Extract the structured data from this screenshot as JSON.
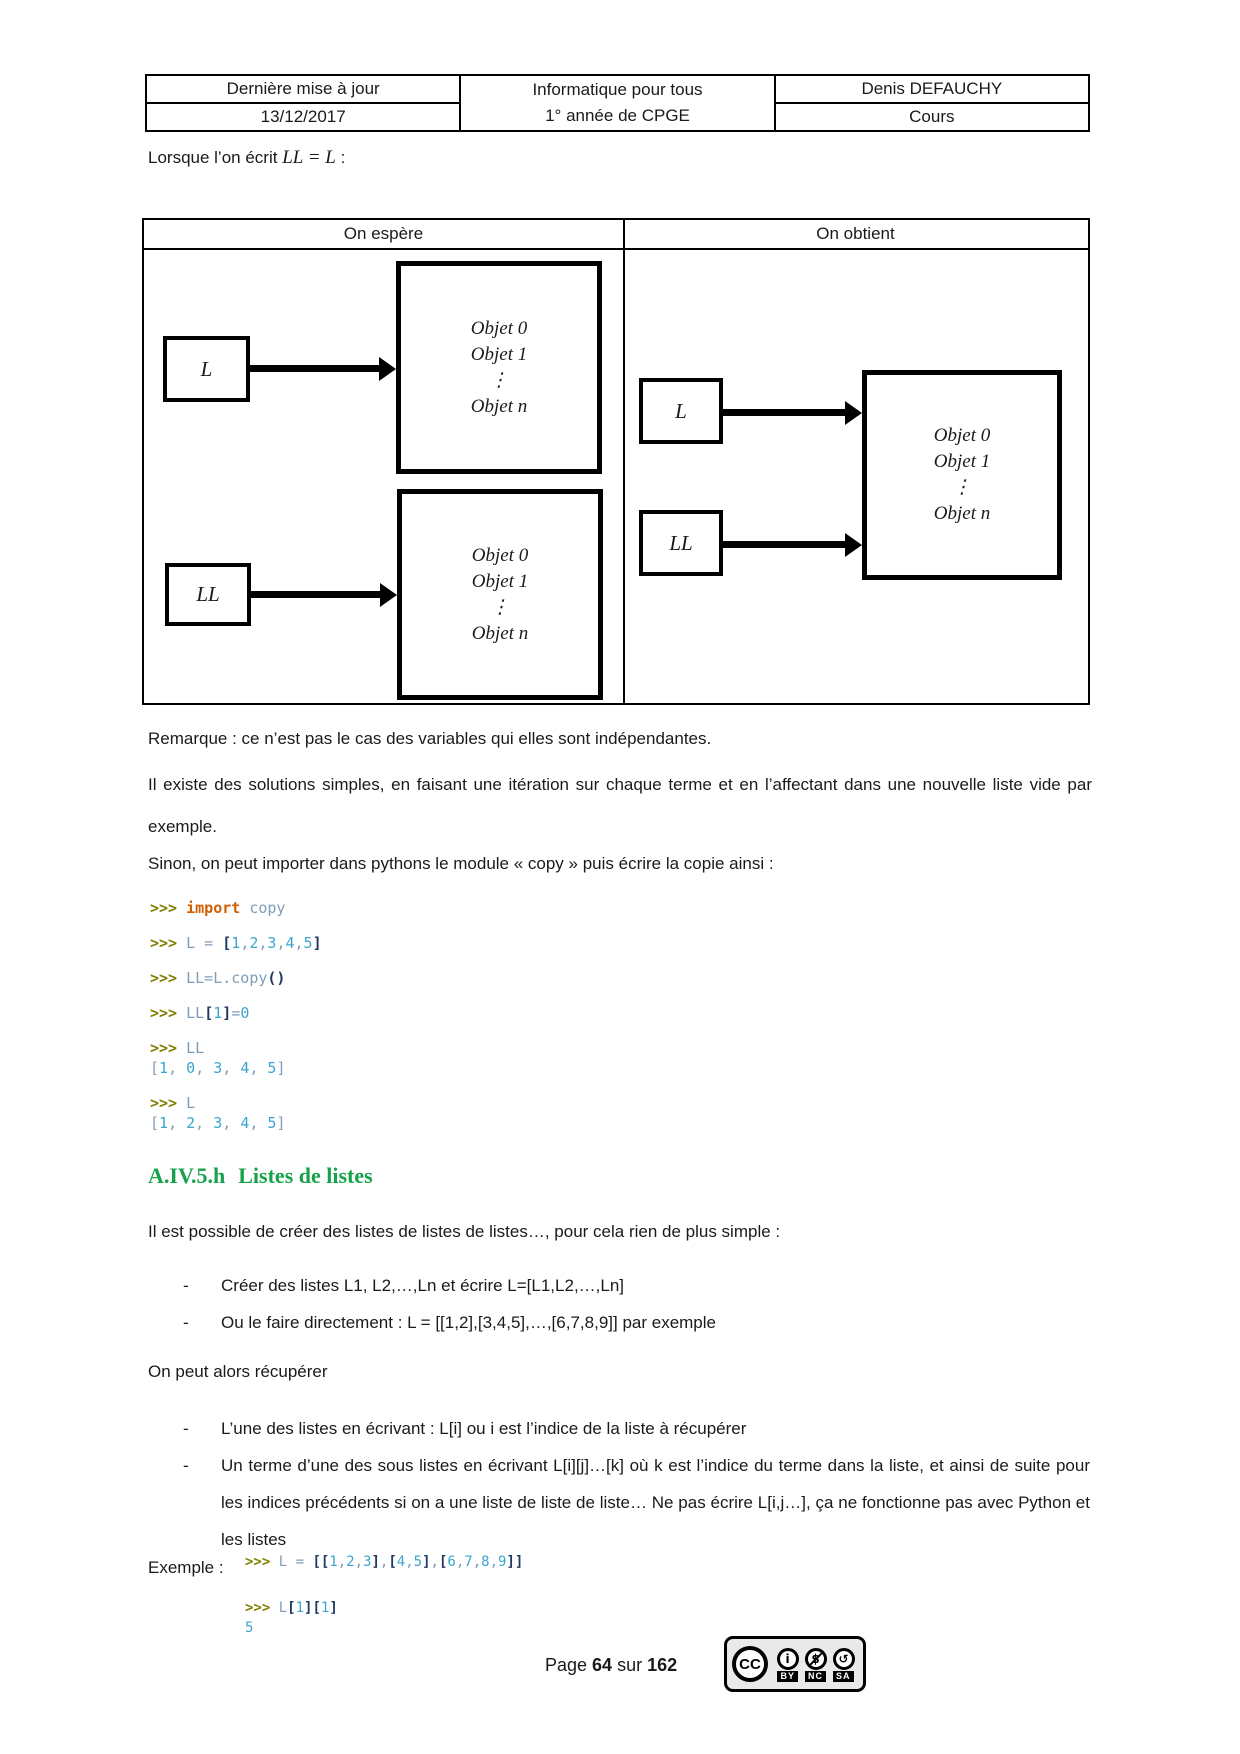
{
  "header": {
    "col1": {
      "row1": "Dernière mise à jour",
      "row2": "13/12/2017"
    },
    "col2": {
      "line1": "Informatique pour tous",
      "line2": "1° année de CPGE"
    },
    "col3": {
      "row1": "Denis DEFAUCHY",
      "row2": "Cours"
    }
  },
  "intro": {
    "prefix": "Lorsque l’on écrit ",
    "math": "LL = L",
    "suffix": " :"
  },
  "diagram": {
    "left_header": "On espère",
    "right_header": "On obtient",
    "box_l": "L",
    "box_ll": "LL",
    "object_lines": [
      "Objet 0",
      "Objet 1",
      "⋮",
      "Objet n"
    ]
  },
  "remark": "Remarque : ce n’est pas le cas des variables qui elles sont indépendantes.",
  "para1": "Il existe des solutions simples, en faisant une itération sur chaque terme et en l’affectant dans une nouvelle liste vide par exemple.",
  "para2": "Sinon, on peut importer dans pythons le module « copy » puis écrire la copie ainsi :",
  "code1": {
    "groups": [
      [
        [
          [
            ">>> ",
            "p"
          ],
          [
            "import",
            "k"
          ],
          [
            " ",
            ""
          ],
          [
            "copy",
            "i"
          ]
        ]
      ],
      [
        [
          [
            ">>> ",
            "p"
          ],
          [
            "L = ",
            "i"
          ],
          [
            "[",
            "b"
          ],
          [
            "1",
            "n"
          ],
          [
            ",",
            "i"
          ],
          [
            "2",
            "n"
          ],
          [
            ",",
            "i"
          ],
          [
            "3",
            "n"
          ],
          [
            ",",
            "i"
          ],
          [
            "4",
            "n"
          ],
          [
            ",",
            "i"
          ],
          [
            "5",
            "n"
          ],
          [
            "]",
            "b"
          ]
        ]
      ],
      [
        [
          [
            ">>> ",
            "p"
          ],
          [
            "LL=L.copy",
            "i"
          ],
          [
            "()",
            "b"
          ]
        ]
      ],
      [
        [
          [
            ">>> ",
            "p"
          ],
          [
            "LL",
            "i"
          ],
          [
            "[",
            "b"
          ],
          [
            "1",
            "n"
          ],
          [
            "]",
            "b"
          ],
          [
            "=",
            "i"
          ],
          [
            "0",
            "n"
          ]
        ]
      ],
      [
        [
          [
            ">>> ",
            "p"
          ],
          [
            "LL",
            "i"
          ]
        ],
        [
          [
            "[",
            "i"
          ],
          [
            "1",
            "n"
          ],
          [
            ", ",
            "i"
          ],
          [
            "0",
            "n"
          ],
          [
            ", ",
            "i"
          ],
          [
            "3",
            "n"
          ],
          [
            ", ",
            "i"
          ],
          [
            "4",
            "n"
          ],
          [
            ", ",
            "i"
          ],
          [
            "5",
            "n"
          ],
          [
            "]",
            "i"
          ]
        ]
      ],
      [
        [
          [
            ">>> ",
            "p"
          ],
          [
            "L",
            "i"
          ]
        ],
        [
          [
            "[",
            "i"
          ],
          [
            "1",
            "n"
          ],
          [
            ", ",
            "i"
          ],
          [
            "2",
            "n"
          ],
          [
            ", ",
            "i"
          ],
          [
            "3",
            "n"
          ],
          [
            ", ",
            "i"
          ],
          [
            "4",
            "n"
          ],
          [
            ", ",
            "i"
          ],
          [
            "5",
            "n"
          ],
          [
            "]",
            "i"
          ]
        ]
      ]
    ]
  },
  "section": {
    "number": "A.IV.5.h",
    "title": "Listes de listes"
  },
  "para3": "Il est possible de créer des listes de listes de listes…, pour cela rien de plus simple :",
  "bullets1": [
    "Créer des listes L1, L2,…,Ln et écrire L=[L1,L2,…,Ln]",
    "Ou le faire directement : L = [[1,2],[3,4,5],…,[6,7,8,9]] par exemple"
  ],
  "para4": "On peut alors récupérer",
  "bullets2": [
    "L’une des listes en écrivant : L[i] ou i est l’indice de la liste à récupérer",
    "Un terme d’une des sous listes en écrivant L[i][j]…[k]  où k est l’indice du terme dans la liste, et ainsi de suite pour les indices précédents si on a une liste de liste de liste… Ne pas écrire L[i,j…], ça ne fonctionne pas avec Python et les listes"
  ],
  "example_label": "Exemple :",
  "code2": {
    "groups": [
      [
        [
          [
            ">>> ",
            "p"
          ],
          [
            "L = ",
            "i"
          ],
          [
            "[[",
            "b"
          ],
          [
            "1",
            "n"
          ],
          [
            ",",
            "i"
          ],
          [
            "2",
            "n"
          ],
          [
            ",",
            "i"
          ],
          [
            "3",
            "n"
          ],
          [
            "]",
            "b"
          ],
          [
            ",",
            "i"
          ],
          [
            "[",
            "b"
          ],
          [
            "4",
            "n"
          ],
          [
            ",",
            "i"
          ],
          [
            "5",
            "n"
          ],
          [
            "]",
            "b"
          ],
          [
            ",",
            "i"
          ],
          [
            "[",
            "b"
          ],
          [
            "6",
            "n"
          ],
          [
            ",",
            "i"
          ],
          [
            "7",
            "n"
          ],
          [
            ",",
            "i"
          ],
          [
            "8",
            "n"
          ],
          [
            ",",
            "i"
          ],
          [
            "9",
            "n"
          ],
          [
            "]]",
            "b"
          ]
        ]
      ],
      [
        [
          [
            ">>> ",
            "p"
          ],
          [
            "L",
            "i"
          ],
          [
            "[",
            "b"
          ],
          [
            "1",
            "n"
          ],
          [
            "]",
            "b"
          ],
          [
            "[",
            "b"
          ],
          [
            "1",
            "n"
          ],
          [
            "]",
            "b"
          ]
        ],
        [
          [
            "5",
            "n"
          ]
        ]
      ]
    ]
  },
  "footer": {
    "page_prefix": "Page ",
    "page_num": "64",
    "page_mid": " sur ",
    "page_total": "162",
    "license": {
      "cc": "CC",
      "by_glyph": "i",
      "nc_glyph": "$",
      "sa_glyph": "↺",
      "by": "BY",
      "nc": "NC",
      "sa": "SA"
    }
  },
  "colors": {
    "heading_green": "#16a24b",
    "code_prompt": "#7f7f00",
    "code_keyword": "#d06000",
    "code_ident": "#7f9db9",
    "code_bracket": "#1f3864",
    "code_number": "#3aa5cf"
  }
}
